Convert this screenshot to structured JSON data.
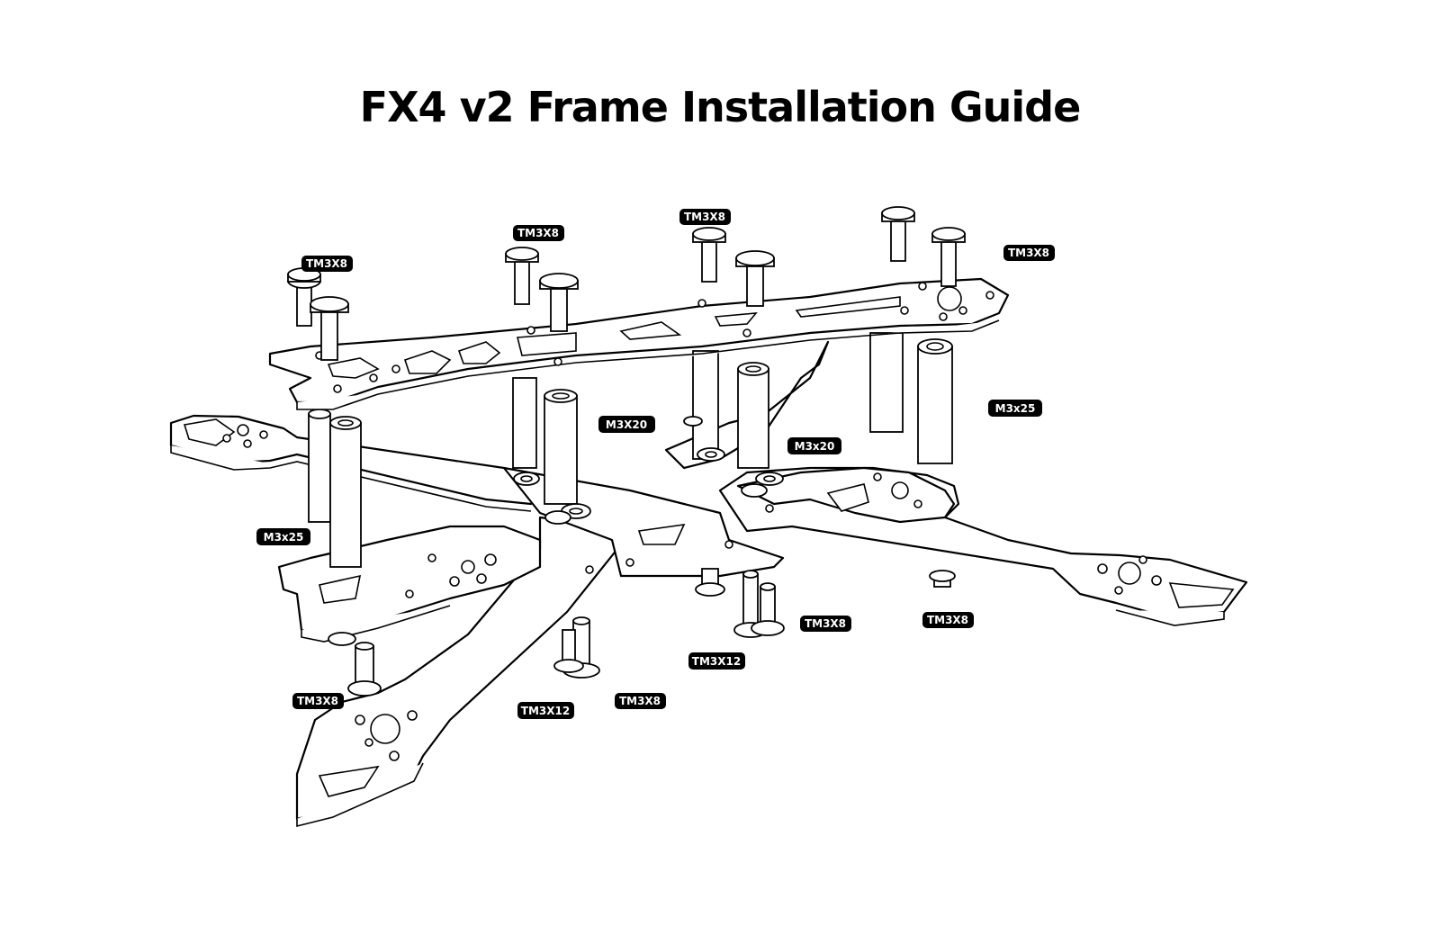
{
  "title": "FX4 v2 Frame Installation Guide",
  "labels": [
    {
      "id": "tm3x8-a",
      "text": "TM3X8"
    },
    {
      "id": "tm3x8-b",
      "text": "TM3X8"
    },
    {
      "id": "tm3x8-c",
      "text": "TM3X8"
    },
    {
      "id": "tm3x8-d",
      "text": "TM3X8"
    },
    {
      "id": "m3x25-right",
      "text": "M3x25"
    },
    {
      "id": "m3x20-left",
      "text": "M3X20"
    },
    {
      "id": "m3x20-right",
      "text": "M3x20"
    },
    {
      "id": "m3x25-left",
      "text": "M3x25"
    },
    {
      "id": "tm3x8-e",
      "text": "TM3X8"
    },
    {
      "id": "tm3x8-f",
      "text": "TM3X8"
    },
    {
      "id": "tm3x12-a",
      "text": "TM3X12"
    },
    {
      "id": "tm3x8-g",
      "text": "TM3X8"
    },
    {
      "id": "tm3x12-b",
      "text": "TM3X12"
    },
    {
      "id": "tm3x8-h",
      "text": "TM3X8"
    }
  ]
}
